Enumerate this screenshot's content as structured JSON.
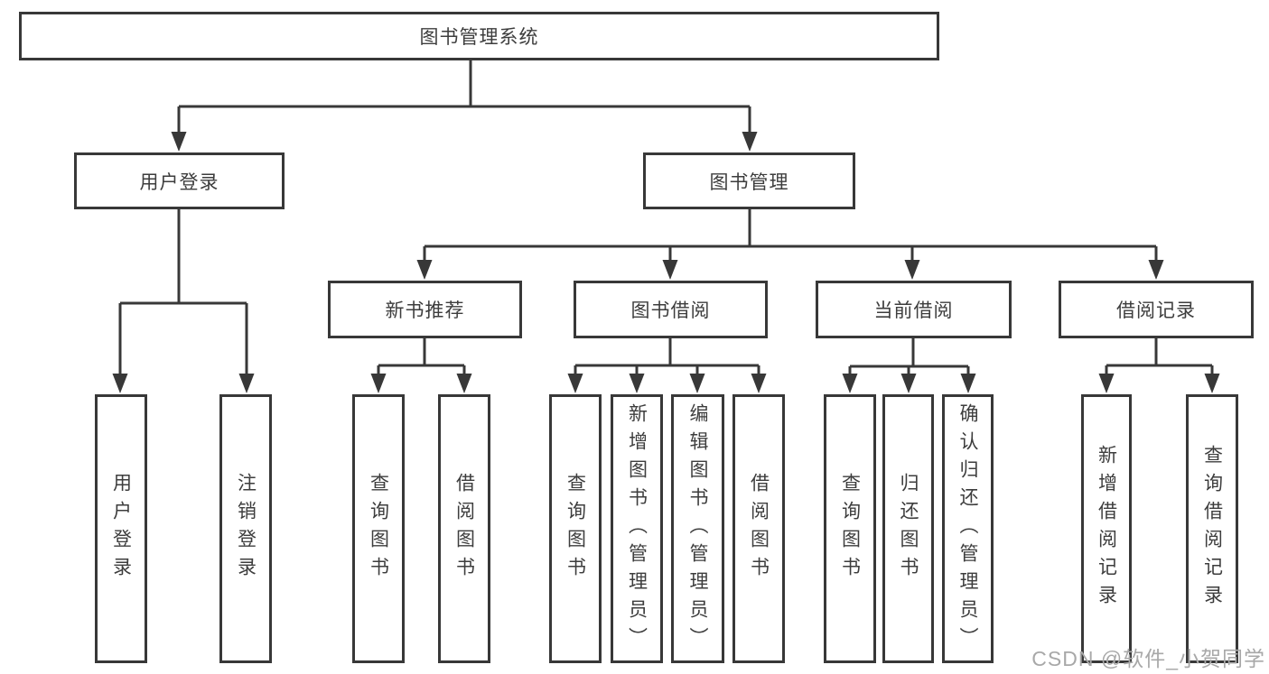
{
  "title": "图书管理系统",
  "watermark": "CSDN @软件_小贺同学",
  "colors": {
    "line": "#383838",
    "text": "#3d3d3d",
    "watermark": "#a8a8a8",
    "background": "#ffffff"
  },
  "nodes": [
    {
      "id": "book-management-system",
      "label": "图书管理系统",
      "parent": null
    },
    {
      "id": "user-login",
      "label": "用户登录",
      "parent": "book-management-system"
    },
    {
      "id": "book-management",
      "label": "图书管理",
      "parent": "book-management-system"
    },
    {
      "id": "new-book-recommend",
      "label": "新书推荐",
      "parent": "book-management"
    },
    {
      "id": "book-borrowing",
      "label": "图书借阅",
      "parent": "book-management"
    },
    {
      "id": "current-borrowing",
      "label": "当前借阅",
      "parent": "book-management"
    },
    {
      "id": "borrowing-records",
      "label": "借阅记录",
      "parent": "book-management"
    },
    {
      "id": "user-login-action",
      "label": "用户登录",
      "parent": "user-login"
    },
    {
      "id": "logout-action",
      "label": "注销登录",
      "parent": "user-login"
    },
    {
      "id": "query-books-recommend",
      "label": "查询图书",
      "parent": "new-book-recommend"
    },
    {
      "id": "borrow-books-recommend",
      "label": "借阅图书",
      "parent": "new-book-recommend"
    },
    {
      "id": "query-books-borrowing",
      "label": "查询图书",
      "parent": "book-borrowing"
    },
    {
      "id": "add-books-admin",
      "label": "新增图书（管理员）",
      "parent": "book-borrowing"
    },
    {
      "id": "edit-books-admin",
      "label": "编辑图书（管理员）",
      "parent": "book-borrowing"
    },
    {
      "id": "borrow-books",
      "label": "借阅图书",
      "parent": "book-borrowing"
    },
    {
      "id": "query-books-current",
      "label": "查询图书",
      "parent": "current-borrowing"
    },
    {
      "id": "return-books",
      "label": "归还图书",
      "parent": "current-borrowing"
    },
    {
      "id": "confirm-return-admin",
      "label": "确认归还（管理员）",
      "parent": "current-borrowing"
    },
    {
      "id": "add-borrowing-record",
      "label": "新增借阅记录",
      "parent": "borrowing-records"
    },
    {
      "id": "query-borrowing-record",
      "label": "查询借阅记录",
      "parent": "borrowing-records"
    }
  ]
}
